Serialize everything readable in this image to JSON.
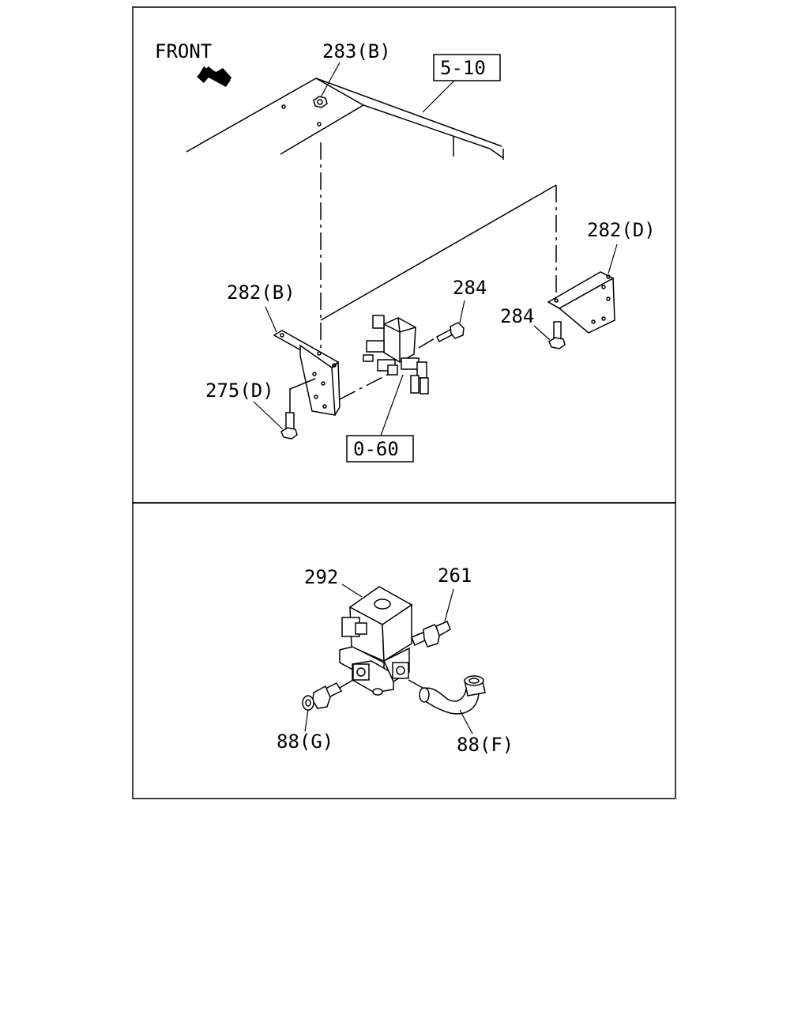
{
  "front": {
    "label": "FRONT"
  },
  "references": [
    {
      "id": "ref-5-10",
      "text": "5-10"
    },
    {
      "id": "ref-0-60",
      "text": "0-60"
    }
  ],
  "callouts": {
    "c283b": "283(B)",
    "c282d": "282(D)",
    "c282b": "282(B)",
    "c284_upper": "284",
    "c284_lower": "284",
    "c275d": "275(D)",
    "c292": "292",
    "c261": "261",
    "c88g": "88(G)",
    "c88f": "88(F)"
  }
}
